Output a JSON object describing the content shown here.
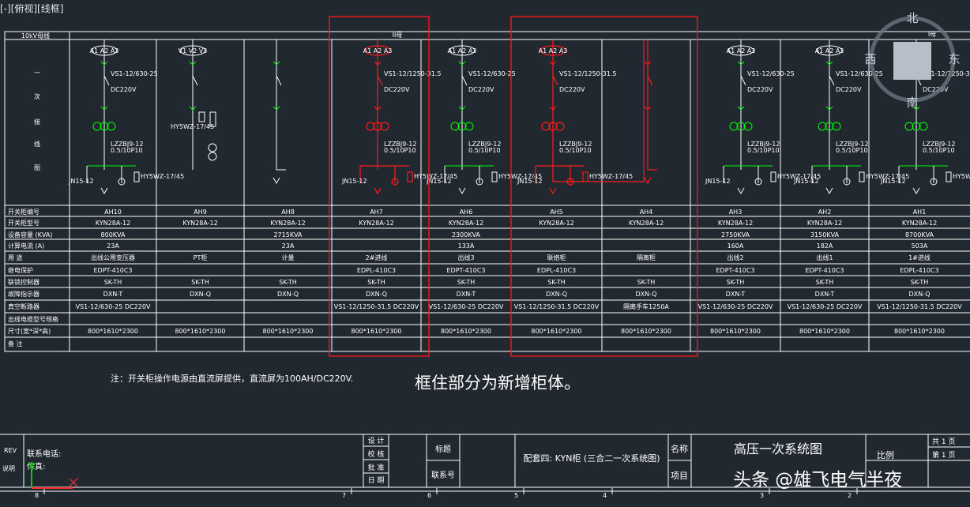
{
  "viewport": {
    "label": "[-][俯视][线框]"
  },
  "viewcube": {
    "north": "北",
    "south": "南",
    "east": "东",
    "west": "西"
  },
  "bus": {
    "left_label": "10kV母线",
    "label_ab7": "II母",
    "right_label": "I母"
  },
  "diagram_side": [
    "一",
    "次",
    "接",
    "线",
    "图"
  ],
  "panel_top_labels": [
    "A1 A2 A3",
    "V1 V2 V3",
    "A1 A2 A3",
    "A1 A2 A3",
    "A1 A2 A3",
    "A1 A2 A3",
    "A1 A2 A3",
    "A1 A2 A3"
  ],
  "component_labels": {
    "vs1_small": "VS1-12/630-25",
    "vs1_big": "VS1-12/1250-31.5",
    "dc": "DC220V",
    "ct_model": "LZZBJ9-12",
    "ct_ratio": "0.5/10P10",
    "jn": "JN15-12",
    "hy": "HY5WZ-17/45"
  },
  "table": {
    "row_headers": [
      "开关柜编号",
      "开关柜型号",
      "设备容量 (KVA)",
      "计算电流 (A)",
      "用 途",
      "继电保护",
      "联锁控制器",
      "故障指示器",
      "真空断路器",
      "出线电缆型号规格",
      "尺寸(宽*深*高)",
      "备 注"
    ],
    "columns": [
      {
        "id": "AH10",
        "model": "KYN28A-12",
        "capacity": "800KVA",
        "current": "23A",
        "use": "出线公用变压器",
        "protect": "EDPT-410C3",
        "lock": "SK-TH",
        "fault": "DXN-T",
        "breaker": "VS1-12/630-25 DC220V",
        "cable": "",
        "size": "800*1610*2300",
        "note": ""
      },
      {
        "id": "AH9",
        "model": "KYN28A-12",
        "capacity": "",
        "current": "",
        "use": "PT柜",
        "protect": "",
        "lock": "SK-TH",
        "fault": "DXN-Q",
        "breaker": "",
        "cable": "",
        "size": "800*1610*2300",
        "note": ""
      },
      {
        "id": "AH8",
        "model": "KYN28A-12",
        "capacity": "2715KVA",
        "current": "23A",
        "use": "计量",
        "protect": "",
        "lock": "SK-TH",
        "fault": "DXN-Q",
        "breaker": "",
        "cable": "",
        "size": "800*1610*2300",
        "note": ""
      },
      {
        "id": "AH7",
        "model": "KYN28A-12",
        "capacity": "",
        "current": "",
        "use": "2#进线",
        "protect": "EDPL-410C3",
        "lock": "SK-TH",
        "fault": "DXN-Q",
        "breaker": "VS1-12/1250-31.5 DC220V",
        "cable": "",
        "size": "800*1610*2300",
        "note": ""
      },
      {
        "id": "AH6",
        "model": "KYN28A-12",
        "capacity": "2300KVA",
        "current": "133A",
        "use": "出线3",
        "protect": "EDPT-410C3",
        "lock": "SK-TH",
        "fault": "DXN-T",
        "breaker": "VS1-12/630-25 DC220V",
        "cable": "",
        "size": "800*1610*2300",
        "note": ""
      },
      {
        "id": "AH5",
        "model": "KYN28A-12",
        "capacity": "",
        "current": "",
        "use": "联络柜",
        "protect": "EDPL-410C3",
        "lock": "SK-TH",
        "fault": "DXN-Q",
        "breaker": "VS1-12/1250-31.5 DC220V",
        "cable": "",
        "size": "800*1610*2300",
        "note": ""
      },
      {
        "id": "AH4",
        "model": "KYN28A-12",
        "capacity": "",
        "current": "",
        "use": "隔离柜",
        "protect": "",
        "lock": "SK-TH",
        "fault": "DXN-Q",
        "breaker": "隔离手车1250A",
        "cable": "",
        "size": "800*1610*2300",
        "note": ""
      },
      {
        "id": "AH3",
        "model": "KYN28A-12",
        "capacity": "2750KVA",
        "current": "160A",
        "use": "出线2",
        "protect": "EDPT-410C3",
        "lock": "SK-TH",
        "fault": "DXN-T",
        "breaker": "VS1-12/630-25 DC220V",
        "cable": "",
        "size": "800*1610*2300",
        "note": ""
      },
      {
        "id": "AH2",
        "model": "KYN28A-12",
        "capacity": "3150KVA",
        "current": "182A",
        "use": "出线1",
        "protect": "EDPT-410C3",
        "lock": "SK-TH",
        "fault": "DXN-T",
        "breaker": "VS1-12/630-25 DC220V",
        "cable": "",
        "size": "800*1610*2300",
        "note": ""
      },
      {
        "id": "AH1",
        "model": "KYN28A-12",
        "capacity": "8700KVA",
        "current": "503A",
        "use": "1#进线",
        "protect": "EDPL-410C3",
        "lock": "SK-TH",
        "fault": "DXN-Q",
        "breaker": "VS1-12/1250-31.5 DC220V",
        "cable": "",
        "size": "800*1610*2300",
        "note": ""
      }
    ]
  },
  "note": "注：开关柜操作电源由直流屏提供，直流屏为100AH/DC220V.",
  "annotation": "框住部分为新增柜体。",
  "title_block": {
    "rev": "REV",
    "explain": "说明",
    "tel": "联系电话:",
    "fax": "传真:",
    "design": "设 计",
    "check": "校 核",
    "approve": "批 准",
    "date": "日 期",
    "title_label": "标题",
    "contact_label": "联系号",
    "drawing_subject": "配套四: KYN柜 (三合二一次系统图)",
    "name_label": "名称",
    "item_label": "项目",
    "drawing_name": "高压一次系统图",
    "scale_label": "比例",
    "total_pages": "共 1 页",
    "page": "第 1 页"
  },
  "ruler": [
    "8",
    "7",
    "6",
    "5",
    "4",
    "3",
    "2"
  ],
  "watermark": "头条 @雄飞电气半夜",
  "colors": {
    "background": "#212830",
    "line": "#ffffff",
    "green": "#00ff00",
    "red": "#ff1a1a"
  }
}
